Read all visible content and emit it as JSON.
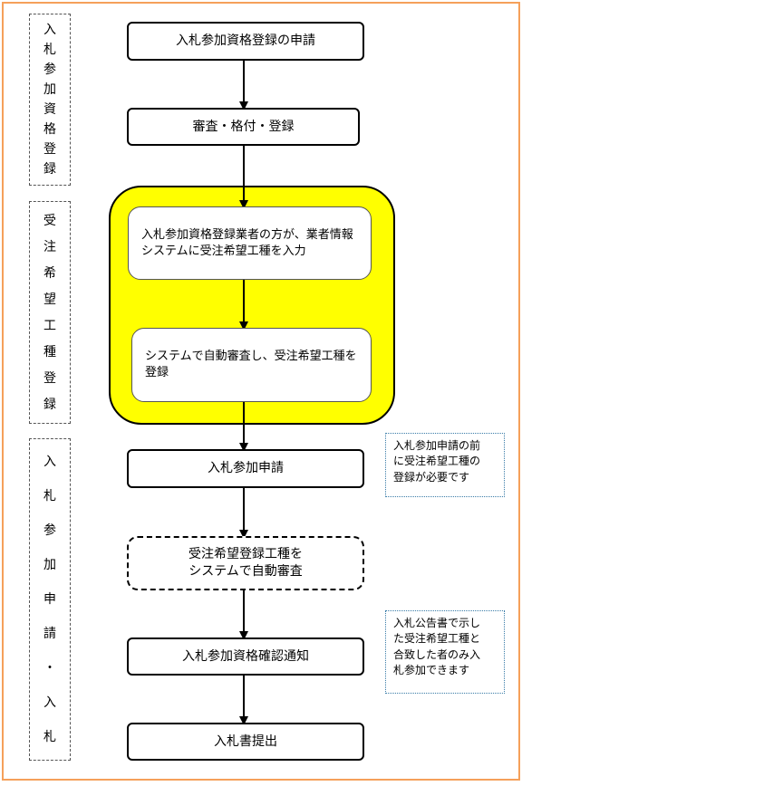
{
  "phases": [
    {
      "id": "qualification",
      "chars": [
        "入",
        "札",
        "参",
        "加",
        "資",
        "格",
        "登",
        "録"
      ]
    },
    {
      "id": "preferred-trade",
      "chars": [
        "受",
        "注",
        "希",
        "望",
        "工",
        "種",
        "登",
        "録"
      ]
    },
    {
      "id": "bid",
      "chars": [
        "入",
        "札",
        "参",
        "加",
        "申",
        "請",
        "・",
        "入",
        "札"
      ]
    }
  ],
  "steps": {
    "apply_qualification": "入札参加資格登録の申請",
    "review_rank_register": "審査・格付・登録",
    "enter_preferred_trade": "入札参加資格登録業者の方が、業者情報システムに受注希望工種を入力",
    "auto_review_register": "システムで自動審査し、受注希望工種を登録",
    "bid_application": "入札参加申請",
    "auto_review_trade": "受注希望登録工種を\nシステムで自動審査",
    "qualification_notice": "入札参加資格確認通知",
    "submit_bid": "入札書提出"
  },
  "notes": {
    "register_before_bid": "入札参加申請の前\nに受注希望工種の\n登録が必要です",
    "match_only": "入札公告書で示し\nた受注希望工種と\n合致した者のみ入\n札参加できます"
  },
  "colors": {
    "frame": "#f5a05a",
    "highlight_panel": "#ffff00",
    "note_border": "#3a7ca8"
  }
}
